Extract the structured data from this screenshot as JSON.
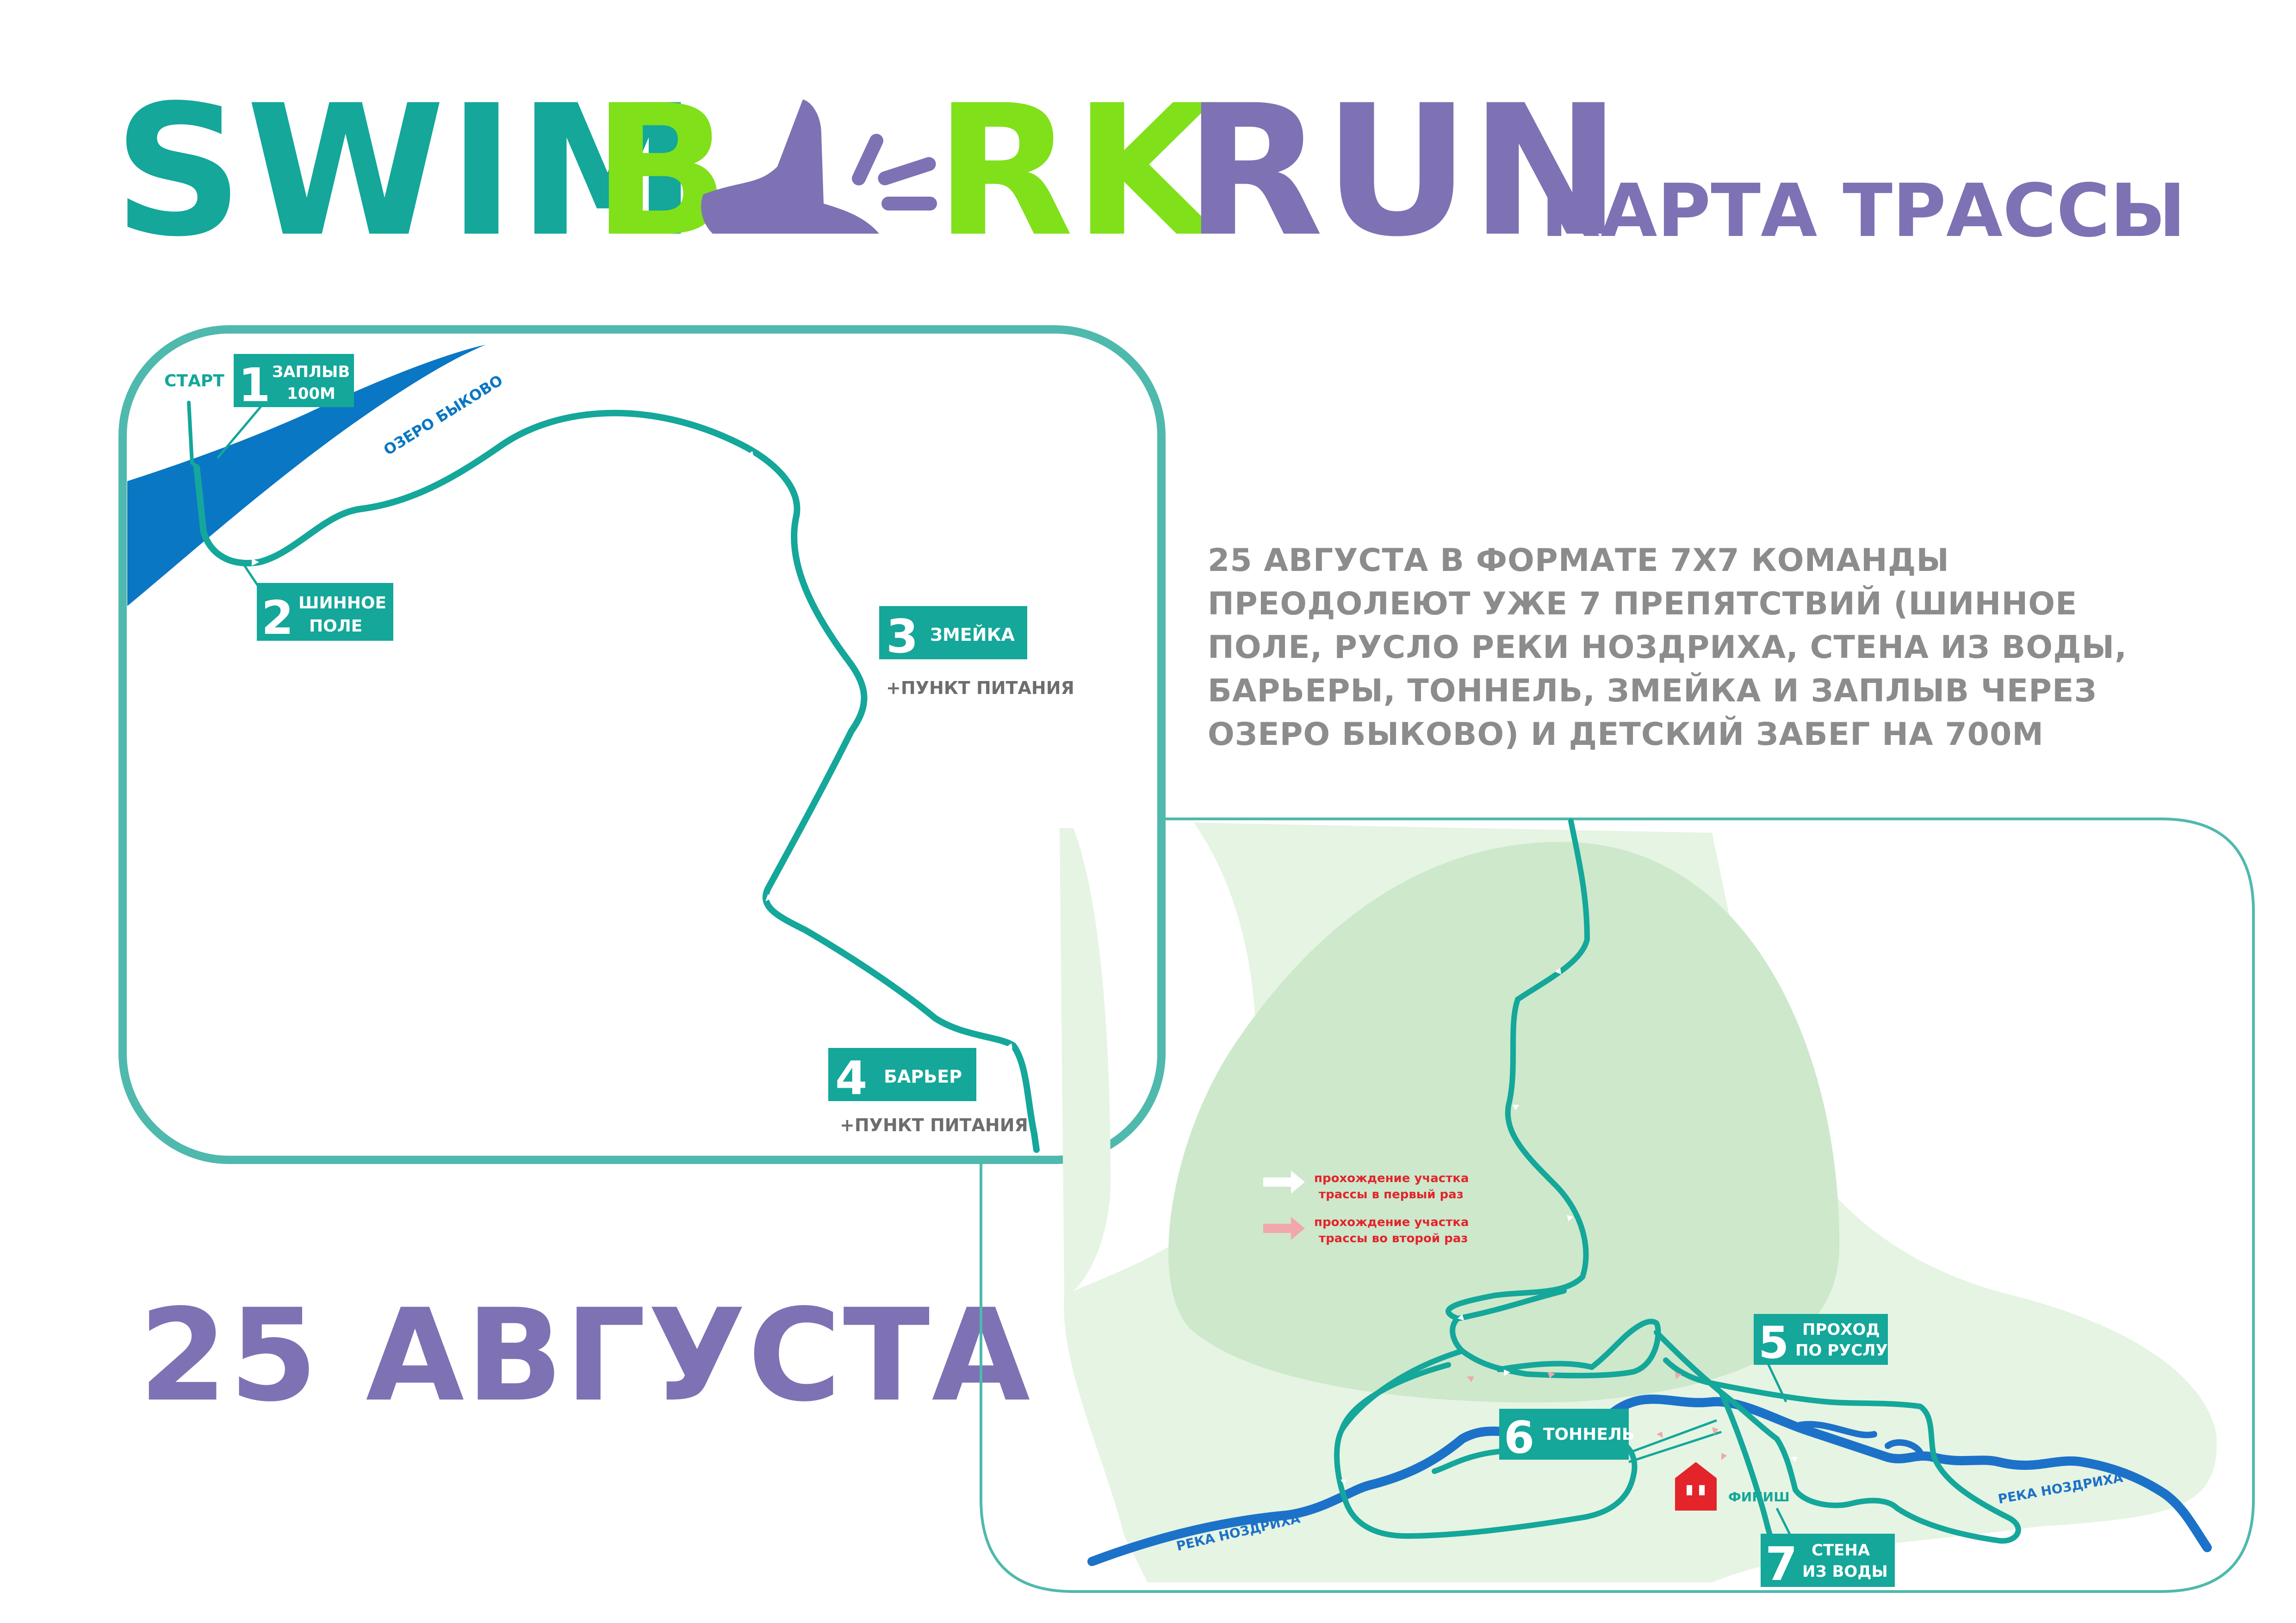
{
  "header": {
    "logo_swim": "SWIM",
    "logo_b": "B",
    "logo_rk": "RK",
    "logo_run": "RUN",
    "subtitle": "КАРТА ТРАССЫ"
  },
  "date_big": "25 АВГУСТА",
  "description": "25 АВГУСТА В ФОРМАТЕ 7Х7 КОМАНДЫ ПРЕОДОЛЕЮТ УЖЕ 7 ПРЕПЯТСТВИЙ (ШИННОЕ ПОЛЕ, РУСЛО РЕКИ НОЗДРИХА,  СТЕНА ИЗ ВОДЫ, БАРЬЕРЫ, ТОННЕЛЬ, ЗМЕЙКА И ЗАПЛЫВ ЧЕРЕЗ ОЗЕРО БЫКОВО) И ДЕТСКИЙ ЗАБЕГ НА 700М",
  "map1": {
    "start_label": "СТАРТ",
    "lake_label": "ОЗЕРО БЫКОВО",
    "checkpoints": [
      {
        "num": "1",
        "line1": "ЗАПЛЫВ",
        "line2": "100М"
      },
      {
        "num": "2",
        "line1": "ШИННОЕ",
        "line2": "ПОЛЕ"
      },
      {
        "num": "3",
        "line1": "ЗМЕЙКА",
        "line2": ""
      },
      {
        "num": "4",
        "line1": "БАРЬЕР",
        "line2": ""
      }
    ],
    "food_label_3": "+ПУНКТ ПИТАНИЯ",
    "food_label_4": "+ПУНКТ ПИТАНИЯ"
  },
  "map2": {
    "legend": {
      "first_pass_line1": "прохождение участка",
      "first_pass_line2": "трассы в первый раз",
      "second_pass_line1": "прохождение участка",
      "second_pass_line2": "трассы во второй раз"
    },
    "river_label_left": "РЕКА НОЗДРИХА",
    "river_label_right": "РЕКА НОЗДРИХА",
    "finish_label": "ФИНИШ",
    "checkpoints": [
      {
        "num": "5",
        "line1": "ПРОХОД",
        "line2": "ПО РУСЛУ"
      },
      {
        "num": "6",
        "line1": "ТОННЕЛЬ",
        "line2": ""
      },
      {
        "num": "7",
        "line1": "СТЕНА",
        "line2": "ИЗ ВОДЫ"
      }
    ]
  },
  "colors": {
    "teal": "#14a79a",
    "lime": "#80e01a",
    "purple": "#7e72b4",
    "frame": "#4fb9ad",
    "lake": "#0a77c4",
    "river": "#1c72c8",
    "green_light": "#e6f4e3",
    "green_dark": "#cde8cb",
    "finish_red": "#e3242b",
    "legend_red": "#e3242b",
    "gray_text": "#8c8c8c",
    "pink_arrow": "#f2a8aa"
  }
}
